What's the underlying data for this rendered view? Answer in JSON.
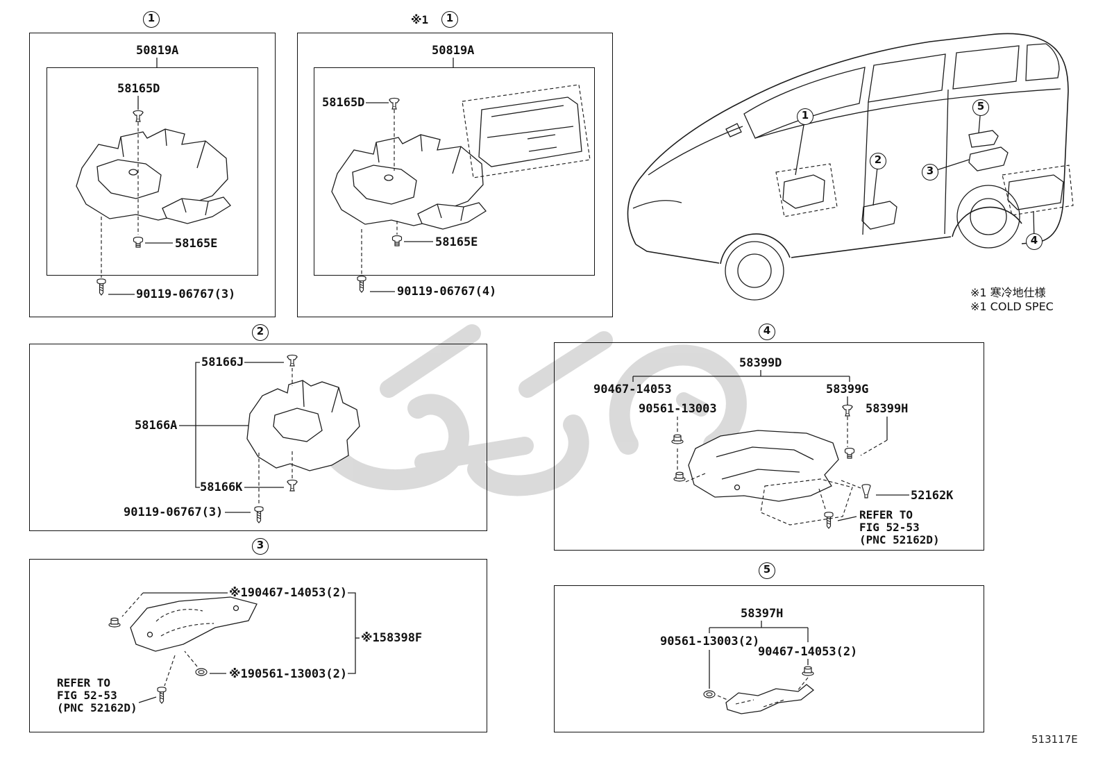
{
  "doc_number": "513117E",
  "notes": {
    "cold_spec_jp": "※1 寒冷地仕様",
    "cold_spec_en": "※1 COLD SPEC"
  },
  "van": {
    "callouts": [
      "1",
      "2",
      "3",
      "5",
      "4"
    ]
  },
  "panel1": {
    "badge": "1",
    "labels": {
      "cover": "50819A",
      "clip": "58165D",
      "bolt": "58165E",
      "screw": "90119-06767(3)"
    }
  },
  "panel1b": {
    "badge": "1",
    "badge_prefix": "※1",
    "labels": {
      "cover": "50819A",
      "clip": "58165D",
      "bolt": "58165E",
      "screw": "90119-06767(4)"
    }
  },
  "panel2": {
    "badge": "2",
    "labels": {
      "clip_upper": "58166J",
      "cover": "58166A",
      "clip_lower": "58166K",
      "screw": "90119-06767(3)"
    }
  },
  "panel3": {
    "badge": "3",
    "labels": {
      "nut": "※190467-14053(2)",
      "cover": "※158398F",
      "grommet": "※190561-13003(2)",
      "refer1": "REFER TO",
      "refer2": "FIG 52-53",
      "refer3": "(PNC 52162D)"
    }
  },
  "panel4": {
    "badge": "4",
    "labels": {
      "cover": "58399D",
      "nut": "90467-14053",
      "grommet": "90561-13003",
      "clip": "58399G",
      "bolt": "58399H",
      "plug": "52162K",
      "refer1": "REFER TO",
      "refer2": "FIG 52-53",
      "refer3": "(PNC 52162D)"
    }
  },
  "panel5": {
    "badge": "5",
    "labels": {
      "cover": "58397H",
      "grommet": "90561-13003(2)",
      "nut": "90467-14053(2)"
    }
  }
}
